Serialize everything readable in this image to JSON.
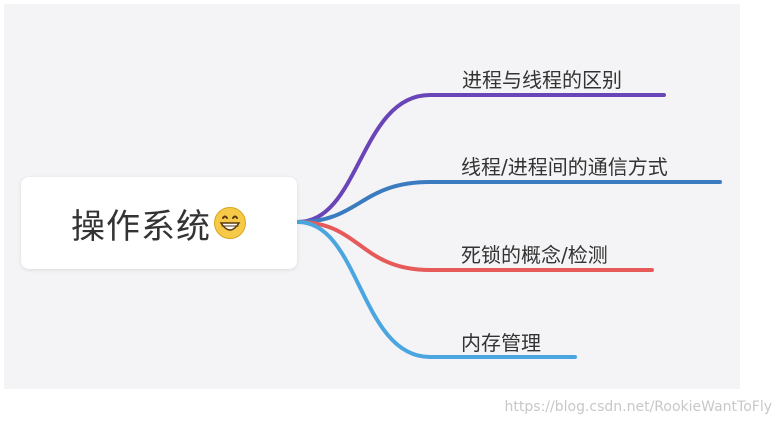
{
  "central": {
    "title": "操作系统",
    "icon": "grinning-face-icon"
  },
  "branches": [
    {
      "label": "进程与线程的区别",
      "color": "#6a45b8"
    },
    {
      "label": "线程/进程间的通信方式",
      "color": "#3a7cbf"
    },
    {
      "label": "死锁的概念/检测",
      "color": "#e65a5a"
    },
    {
      "label": "内存管理",
      "color": "#4ba6e0"
    }
  ],
  "watermark": "https://blog.csdn.net/RookieWantToFly"
}
